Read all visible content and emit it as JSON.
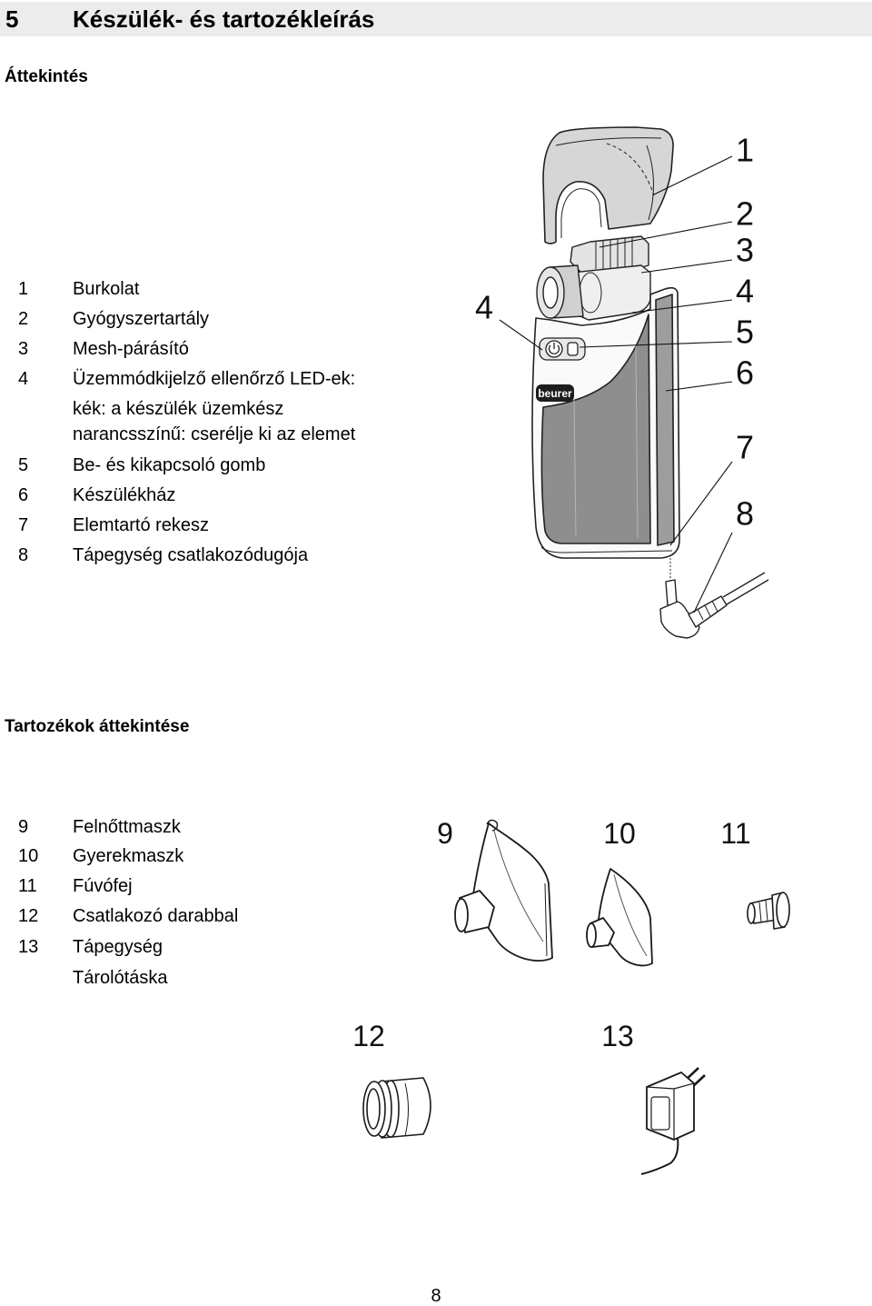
{
  "theme": {
    "header_bar": "#ececec"
  },
  "section": {
    "number": "5",
    "title": "Készülék- és tartozékleírás"
  },
  "overview": {
    "heading": "Áttekintés",
    "items": [
      {
        "num": "1",
        "label": "Burkolat"
      },
      {
        "num": "2",
        "label": "Gyógyszertartály"
      },
      {
        "num": "3",
        "label": "Mesh-párásító"
      },
      {
        "num": "4",
        "label": "Üzemmódkijelző ellenőrző LED-ek:",
        "sub": [
          "kék: a készülék üzemkész",
          "narancsszínű: cserélje ki az elemet"
        ]
      },
      {
        "num": "5",
        "label": "Be- és kikapcsoló gomb"
      },
      {
        "num": "6",
        "label": "Készülékház"
      },
      {
        "num": "7",
        "label": "Elemtartó rekesz"
      },
      {
        "num": "8",
        "label": "Tápegység csatlakozódugója"
      }
    ],
    "figure": {
      "brand_logo": "beurer",
      "callouts_right": [
        "1",
        "2",
        "3",
        "4",
        "5",
        "6",
        "7",
        "8"
      ],
      "callout_left": "4"
    }
  },
  "accessories": {
    "heading": "Tartozékok áttekintése",
    "items": [
      {
        "num": "9",
        "label": "Felnőttmaszk"
      },
      {
        "num": "10",
        "label": "Gyerekmaszk"
      },
      {
        "num": "11",
        "label": "Fúvófej"
      },
      {
        "num": "12",
        "label": "Csatlakozó darabbal"
      },
      {
        "num": "13",
        "label": "Tápegység"
      }
    ],
    "extra_item": "Tárolótáska",
    "figure": {
      "callouts": {
        "adult_mask": "9",
        "child_mask": "10",
        "mouthpiece": "11",
        "connector": "12",
        "power_supply": "13"
      }
    }
  },
  "page_number": "8"
}
